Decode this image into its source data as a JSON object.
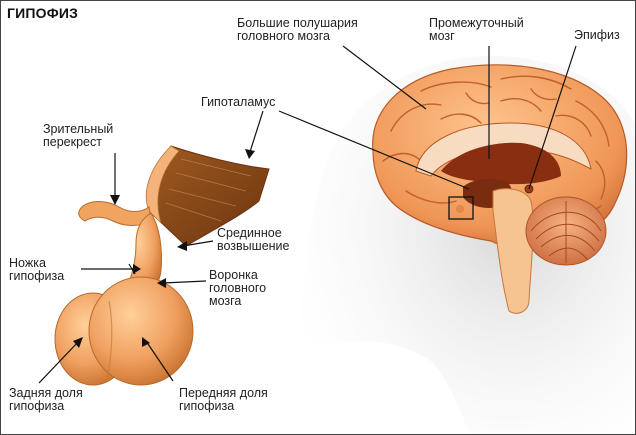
{
  "title": "ГИПОФИЗ",
  "labels": {
    "hemispheres": [
      "Большие полушария",
      "головного мозга"
    ],
    "diencephalon": [
      "Промежуточный",
      "мозг"
    ],
    "epiphysis": [
      "Эпифиз"
    ],
    "hypothalamus": [
      "Гипоталамус"
    ],
    "optic_chiasm": [
      "Зрительный",
      "перекрест"
    ],
    "median_eminence": [
      "Срединное",
      "возвышение"
    ],
    "stalk": [
      "Ножка",
      "гипофиза"
    ],
    "funnel": [
      "Воронка",
      "головного",
      "мозга"
    ],
    "posterior_lobe": [
      "Задняя доля",
      "гипофиза"
    ],
    "anterior_lobe": [
      "Передняя доля",
      "гипофиза"
    ]
  },
  "colors": {
    "head_silhouette": "#c9c9c9",
    "brain": "#f2a56a",
    "brain_dark": "#c8632e",
    "pituitary": "#f0a660",
    "hypothalamus_cut": "#8a3b16",
    "label_text": "#222222"
  }
}
